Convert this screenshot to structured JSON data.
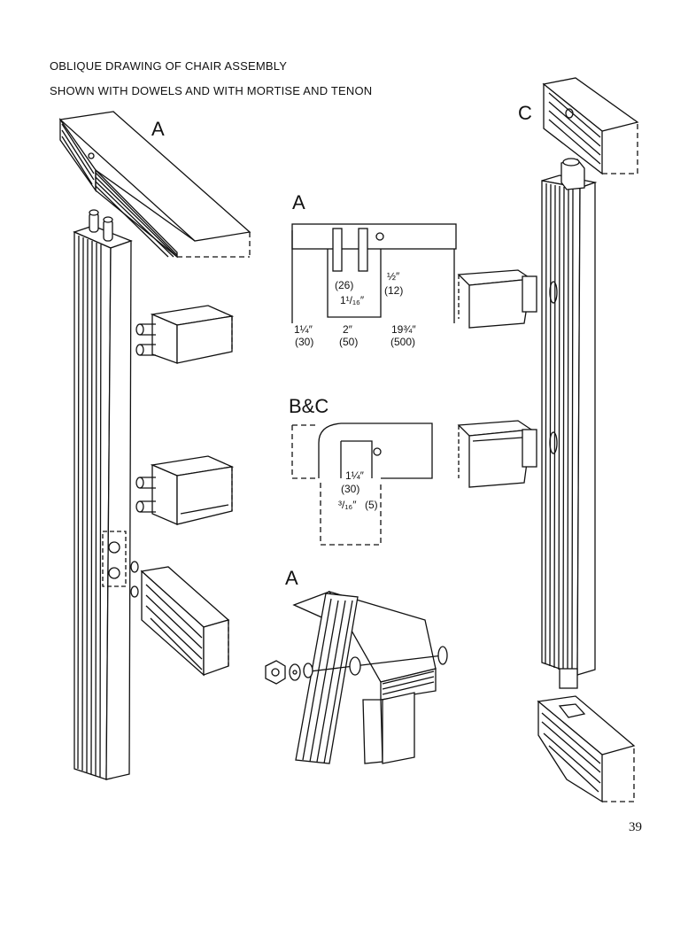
{
  "heading": {
    "line1": "OBLIQUE DRAWING OF CHAIR ASSEMBLY",
    "line2": "SHOWN WITH DOWELS AND WITH MORTISE AND TENON"
  },
  "labels": {
    "top_rail": "A",
    "top_detail": "A",
    "right_part": "C",
    "bc_detail": "B&C",
    "clamp_detail": "A"
  },
  "detail_a": {
    "dowel_spacing_mm": "(26)",
    "dowel_spacing_in": "1¹/₁₆″",
    "dowel_length_in": "½″",
    "dowel_length_mm": "(12)",
    "edge_in": "1¼″",
    "edge_mm": "(30)",
    "mid_in": "2″",
    "mid_mm": "(50)",
    "long_in": "19¾″",
    "long_mm": "(500)"
  },
  "detail_bc": {
    "width_in": "1¼″",
    "width_mm": "(30)",
    "offset_in": "³/₁₆″",
    "offset_mm": "(5)"
  },
  "page_number": "39"
}
